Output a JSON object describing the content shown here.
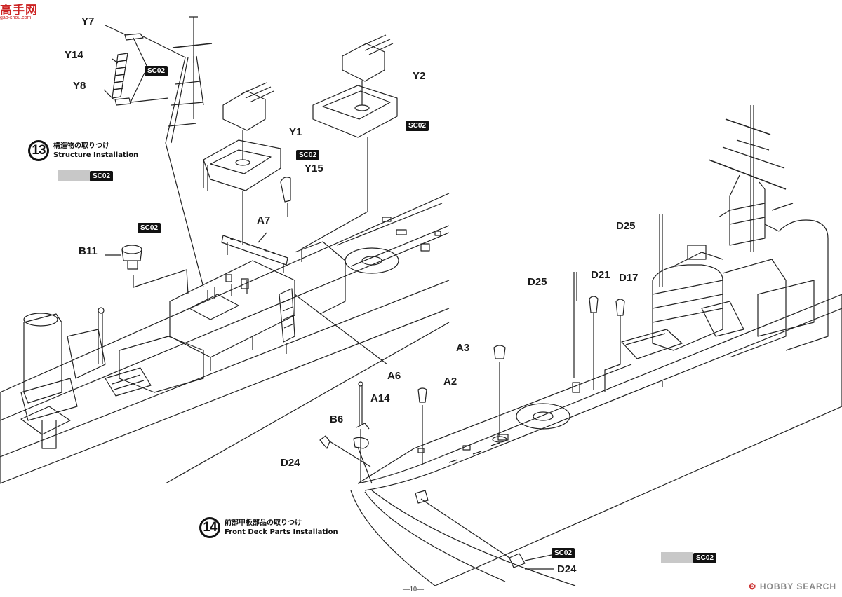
{
  "brand": {
    "logo_text": "高手网",
    "sub_text": "gao-shou.com"
  },
  "steps": [
    {
      "number": "13",
      "title_jp": "構造物の取りつけ",
      "title_en": "Structure Installation"
    },
    {
      "number": "14",
      "title_jp": "前部甲板部品の取りつけ",
      "title_en": "Front Deck Parts Installation"
    }
  ],
  "paint_code": "SC02",
  "parts": {
    "y7": "Y7",
    "y14": "Y14",
    "y8": "Y8",
    "y1": "Y1",
    "y2": "Y2",
    "y15": "Y15",
    "b11": "B11",
    "a7": "A7",
    "a6": "A6",
    "d25a": "D25",
    "d25b": "D25",
    "d21": "D21",
    "d17": "D17",
    "a3": "A3",
    "a2": "A2",
    "a14": "A14",
    "b6": "B6",
    "d24a": "D24",
    "d24b": "D24"
  },
  "page_number": "—10—",
  "watermark": {
    "icon": "hobby-search-icon",
    "text": "HOBBY SEARCH"
  }
}
